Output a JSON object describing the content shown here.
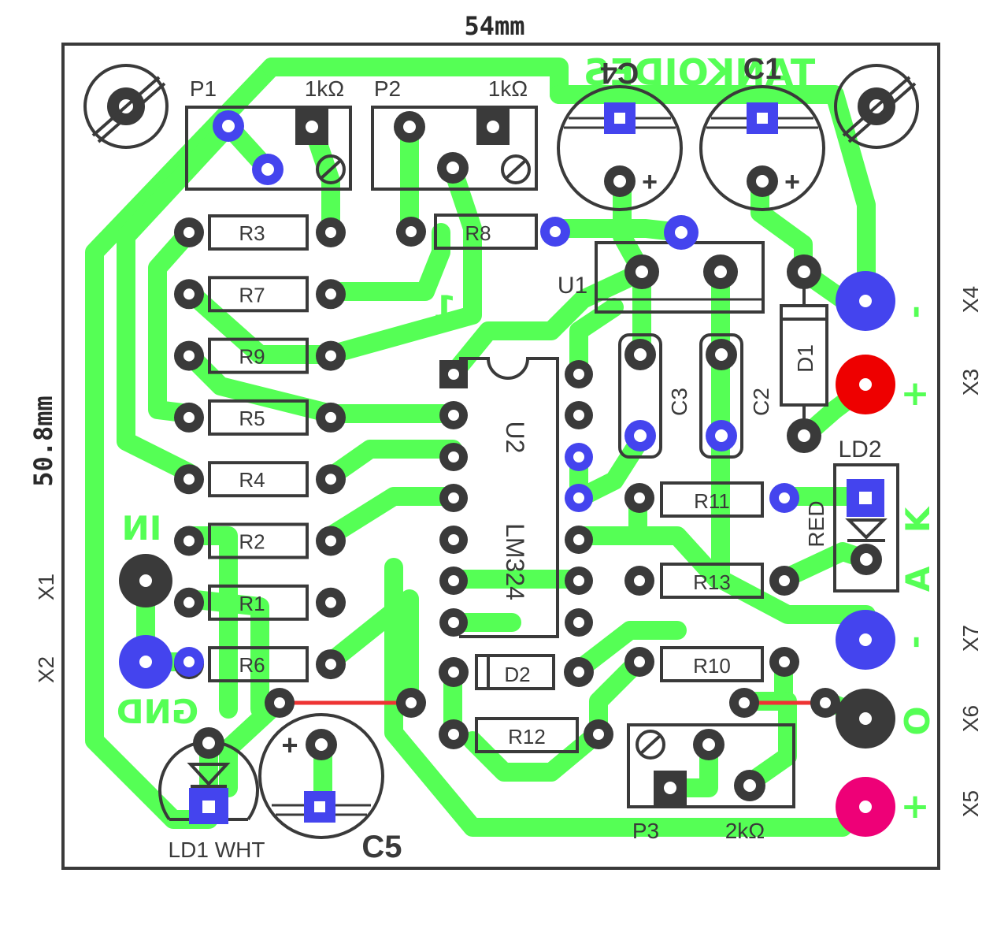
{
  "board": {
    "width_label": "54mm",
    "height_label": "50.8mm",
    "brand": "TANKOIDES",
    "u1": "U1",
    "u2": "U2",
    "u2_part": "LM324",
    "pot1": "P1",
    "pot1_value": "1kΩ",
    "pot2": "P2",
    "pot2_value": "1kΩ",
    "pot3": "P3",
    "pot3_value": "2kΩ",
    "c1": "C1",
    "c2": "C2",
    "c3": "C3",
    "c4": "C4",
    "c5": "C5",
    "d1": "D1",
    "d2": "D2",
    "ld1": "LD1 WHT",
    "ld2": "LD2",
    "ld2_color": "RED",
    "ld2_a": "A",
    "ld2_k": "K",
    "in_label": "IN",
    "gnd_label": "GND",
    "out_label": "O",
    "one_label": "1",
    "x1": "X1",
    "x2": "X2",
    "x3": "X3",
    "x4": "X4",
    "x5": "X5",
    "x6": "X6",
    "x7": "X7",
    "minus": "-",
    "plus": "+",
    "resistors": [
      "R3",
      "R7",
      "R9",
      "R5",
      "R4",
      "R2",
      "R1",
      "R6"
    ],
    "r8": "R8",
    "r11": "R11",
    "r13": "R13",
    "r10": "R10",
    "r12": "R12"
  },
  "colors": {
    "copper": "#55ff55",
    "outline": "#3a3a3a",
    "via": "#4444ee",
    "x3_pad": "#ee0000",
    "x5_pad": "#ee0077",
    "jumper": "#ee3333"
  }
}
